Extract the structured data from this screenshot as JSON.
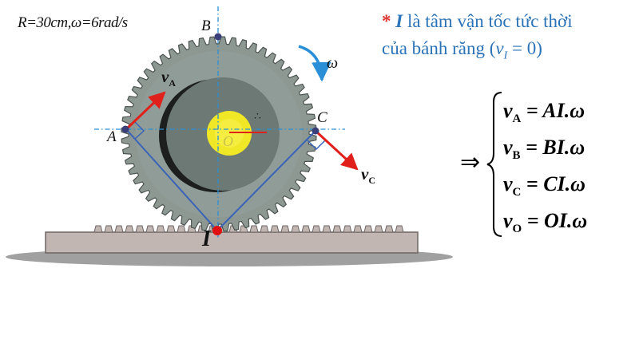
{
  "given": "R=30cm,ω=6rad/s",
  "note": {
    "star": "*",
    "symbol": "I",
    "line1_rest": "là tâm vận tốc tức thời",
    "line2_prefix": "của bánh răng (",
    "line2_v": "v",
    "line2_sub": "I",
    "line2_suffix": "= 0)"
  },
  "implies": "⇒",
  "equations": [
    {
      "v": "v",
      "sub": "A",
      "rhs": "= AI.ω"
    },
    {
      "v": "v",
      "sub": "B",
      "rhs": "= BI.ω"
    },
    {
      "v": "v",
      "sub": "C",
      "rhs": "= CI.ω"
    },
    {
      "v": "v",
      "sub": "O",
      "rhs": "= OI.ω"
    }
  ],
  "labels": {
    "A": "A",
    "B": "B",
    "C": "C",
    "I": "I",
    "O": "O",
    "omega": "ω",
    "vA": "v",
    "vA_sub": "A",
    "vC": "v",
    "vC_sub": "C"
  },
  "colors": {
    "gear": "#8d9893",
    "gear_edge": "#5d6662",
    "inner_disk": "#6b7773",
    "hub": "#f2ea2a",
    "rack": "#bfb3b0",
    "ground": "#9a9a9a",
    "dashed": "#2a8fd6",
    "lines": "#3a63b8",
    "arrows": "#e0201a",
    "point": "#3a3f7a",
    "contact": "#e01010"
  }
}
